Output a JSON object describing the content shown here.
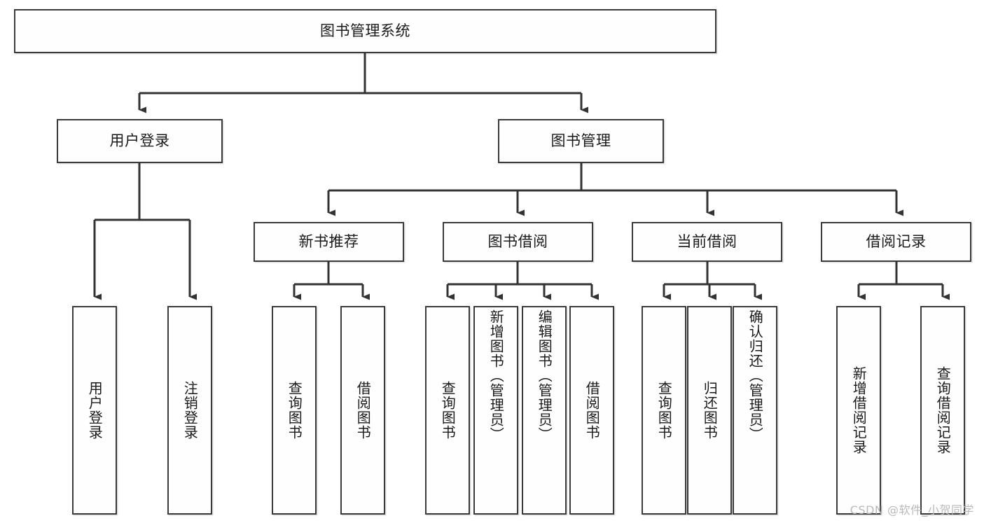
{
  "diagram": {
    "type": "tree",
    "title": "图书管理系统",
    "watermark": "CSDN @软件_小贺同学",
    "colors": {
      "box_border": "#3a3a3a",
      "box_fill": "#fefefe",
      "connector": "#333333",
      "text": "#1a1a1a",
      "watermark": "#b9b9b9"
    },
    "nodes": {
      "root": {
        "label": "图书管理系统"
      },
      "level2": [
        {
          "id": "user-login",
          "label": "用户登录"
        },
        {
          "id": "book-manage",
          "label": "图书管理"
        }
      ],
      "level3": [
        {
          "id": "new-book-rec",
          "label": "新书推荐"
        },
        {
          "id": "book-borrow",
          "label": "图书借阅"
        },
        {
          "id": "current-borrow",
          "label": "当前借阅"
        },
        {
          "id": "borrow-record",
          "label": "借阅记录"
        }
      ],
      "leaves": {
        "user-login": [
          {
            "id": "leaf-user-login",
            "label": "用户登录",
            "align": "center"
          },
          {
            "id": "leaf-user-logout",
            "label": "注销登录",
            "align": "center"
          }
        ],
        "new-book-rec": [
          {
            "id": "leaf-query-book-1",
            "label": "查询图书",
            "align": "center"
          },
          {
            "id": "leaf-borrow-book-1",
            "label": "借阅图书",
            "align": "center"
          }
        ],
        "book-borrow": [
          {
            "id": "leaf-query-book-2",
            "label": "查询图书",
            "align": "center"
          },
          {
            "id": "leaf-add-book",
            "label": "新增图书（管理员）",
            "align": "top"
          },
          {
            "id": "leaf-edit-book",
            "label": "编辑图书（管理员）",
            "align": "top"
          },
          {
            "id": "leaf-borrow-book-2",
            "label": "借阅图书",
            "align": "center"
          }
        ],
        "current-borrow": [
          {
            "id": "leaf-query-book-3",
            "label": "查询图书",
            "align": "center"
          },
          {
            "id": "leaf-return-book",
            "label": "归还图书",
            "align": "center"
          },
          {
            "id": "leaf-confirm-return",
            "label": "确认归还（管理员）",
            "align": "top"
          }
        ],
        "borrow-record": [
          {
            "id": "leaf-add-record",
            "label": "新增借阅记录",
            "align": "center"
          },
          {
            "id": "leaf-query-record",
            "label": "查询借阅记录",
            "align": "center"
          }
        ]
      }
    },
    "edges": [
      {
        "from": "图书管理系统",
        "to": "用户登录"
      },
      {
        "from": "图书管理系统",
        "to": "图书管理"
      },
      {
        "from": "用户登录",
        "to": "用户登录"
      },
      {
        "from": "用户登录",
        "to": "注销登录"
      },
      {
        "from": "图书管理",
        "to": "新书推荐"
      },
      {
        "from": "图书管理",
        "to": "图书借阅"
      },
      {
        "from": "图书管理",
        "to": "当前借阅"
      },
      {
        "from": "图书管理",
        "to": "借阅记录"
      },
      {
        "from": "新书推荐",
        "to": "查询图书"
      },
      {
        "from": "新书推荐",
        "to": "借阅图书"
      },
      {
        "from": "图书借阅",
        "to": "查询图书"
      },
      {
        "from": "图书借阅",
        "to": "新增图书（管理员）"
      },
      {
        "from": "图书借阅",
        "to": "编辑图书（管理员）"
      },
      {
        "from": "图书借阅",
        "to": "借阅图书"
      },
      {
        "from": "当前借阅",
        "to": "查询图书"
      },
      {
        "from": "当前借阅",
        "to": "归还图书"
      },
      {
        "from": "当前借阅",
        "to": "确认归还（管理员）"
      },
      {
        "from": "借阅记录",
        "to": "新增借阅记录"
      },
      {
        "from": "借阅记录",
        "to": "查询借阅记录"
      }
    ]
  }
}
